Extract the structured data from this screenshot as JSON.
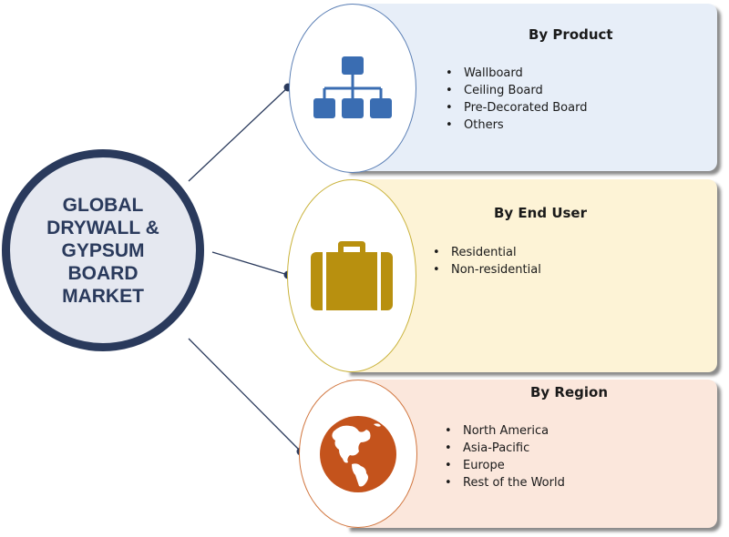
{
  "center": {
    "title": "GLOBAL DRYWALL & GYPSUM BOARD MARKET"
  },
  "colors": {
    "hub_border": "#2a3a5c",
    "hub_fill": "#e5e8f0",
    "product_icon": "#3a6db2",
    "enduser_icon": "#b8900f",
    "region_icon": "#c4531c"
  },
  "segments": [
    {
      "title": "By Product",
      "icon": "hierarchy-icon",
      "items": [
        "Wallboard",
        "Ceiling Board",
        "Pre-Decorated Board",
        "Others"
      ]
    },
    {
      "title": "By End User",
      "icon": "briefcase-icon",
      "items": [
        "Residential",
        "Non-residential"
      ]
    },
    {
      "title": "By Region",
      "icon": "globe-icon",
      "items": [
        "North America",
        "Asia-Pacific",
        "Europe",
        "Rest of the World"
      ]
    }
  ]
}
